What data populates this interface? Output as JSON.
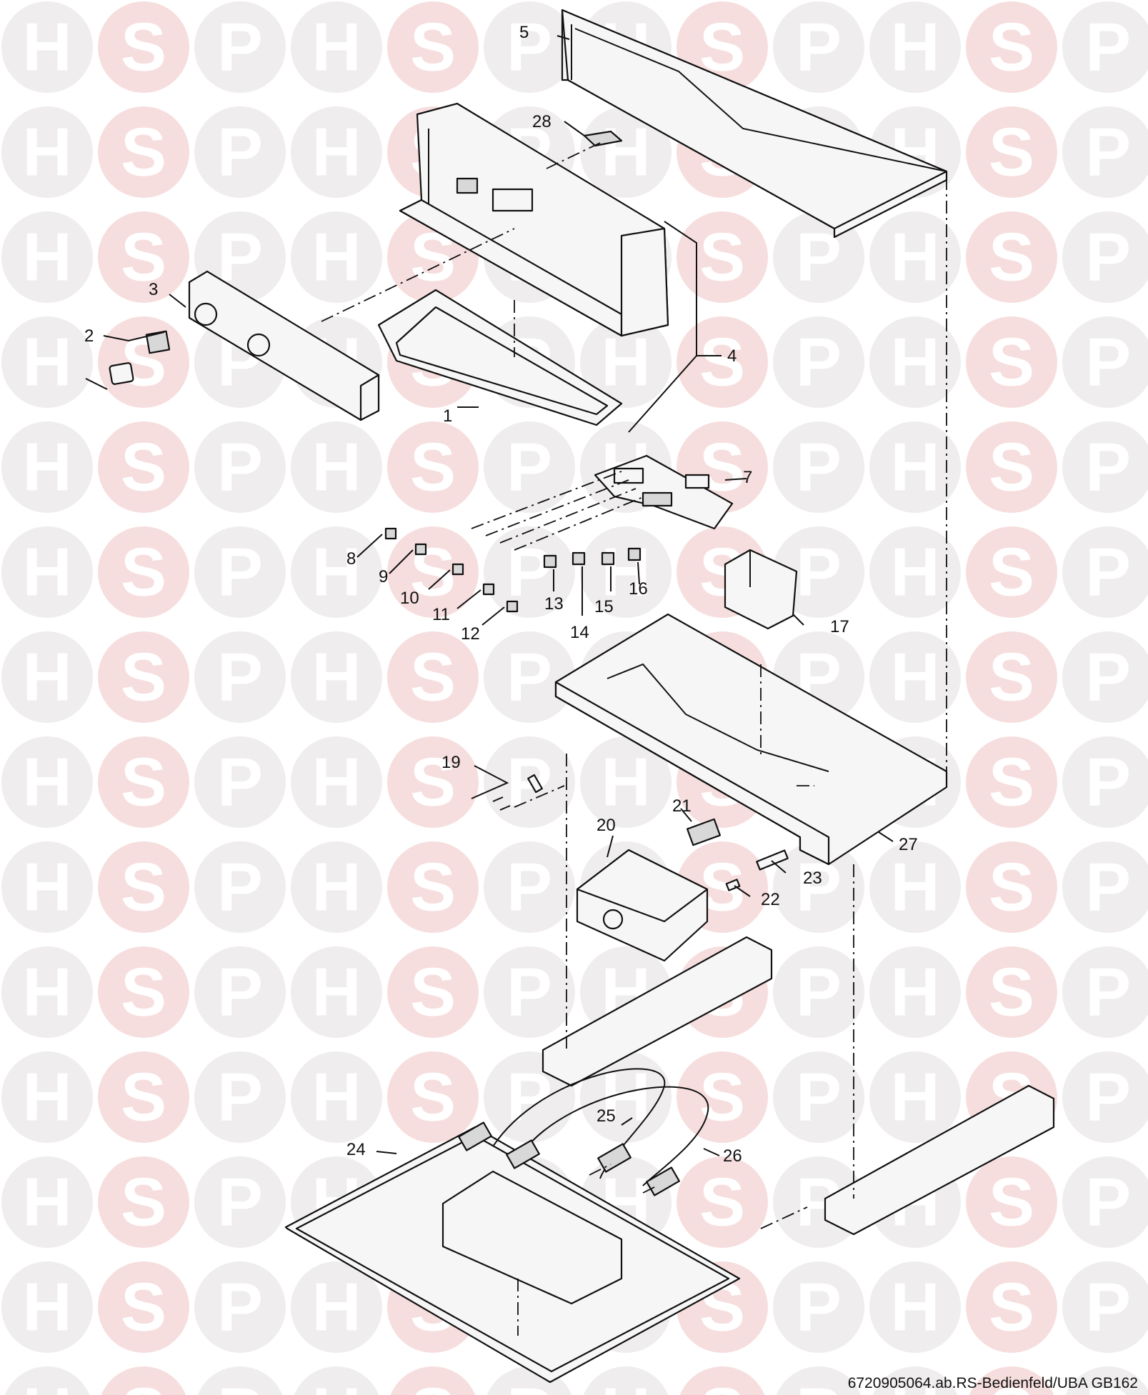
{
  "watermark": {
    "letters": [
      "H",
      "S",
      "P"
    ]
  },
  "callouts": [
    {
      "id": "callout-1",
      "text": "1"
    },
    {
      "id": "callout-2",
      "text": "2"
    },
    {
      "id": "callout-3",
      "text": "3"
    },
    {
      "id": "callout-4",
      "text": "4"
    },
    {
      "id": "callout-5",
      "text": "5"
    },
    {
      "id": "callout-7",
      "text": "7"
    },
    {
      "id": "callout-8",
      "text": "8"
    },
    {
      "id": "callout-9",
      "text": "9"
    },
    {
      "id": "callout-10",
      "text": "10"
    },
    {
      "id": "callout-11",
      "text": "11"
    },
    {
      "id": "callout-12",
      "text": "12"
    },
    {
      "id": "callout-13",
      "text": "13"
    },
    {
      "id": "callout-14",
      "text": "14"
    },
    {
      "id": "callout-15",
      "text": "15"
    },
    {
      "id": "callout-16",
      "text": "16"
    },
    {
      "id": "callout-17",
      "text": "17"
    },
    {
      "id": "callout-19",
      "text": "19"
    },
    {
      "id": "callout-20",
      "text": "20"
    },
    {
      "id": "callout-21",
      "text": "21"
    },
    {
      "id": "callout-22",
      "text": "22"
    },
    {
      "id": "callout-23",
      "text": "23"
    },
    {
      "id": "callout-24",
      "text": "24"
    },
    {
      "id": "callout-25",
      "text": "25"
    },
    {
      "id": "callout-26",
      "text": "26"
    },
    {
      "id": "callout-27",
      "text": "27"
    },
    {
      "id": "callout-28",
      "text": "28"
    }
  ],
  "caption": "6720905064.ab.RS-Bedienfeld/UBA GB162"
}
